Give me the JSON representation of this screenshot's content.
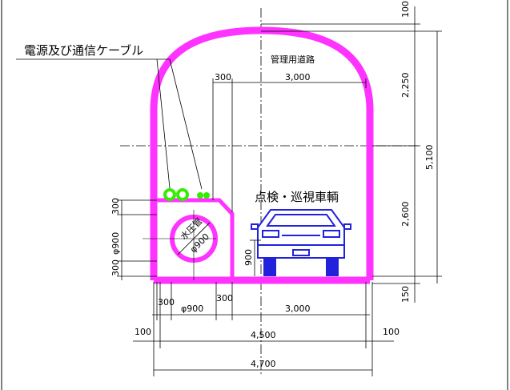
{
  "labels": {
    "cable": "電源及び通信ケーブル",
    "road": "管理用道路",
    "vehicle": "点検・巡視車輌",
    "pipe": "水圧管",
    "pipe_dia": "φ900"
  },
  "dims": {
    "top_clear": "100",
    "road_width_top": "3,000",
    "ledge_top": "300",
    "arch_height": "2,250",
    "total_height": "5,100",
    "wall_height": "2,600",
    "bottom_slab": "150",
    "left_300_top": "300",
    "left_phi900": "φ900",
    "left_300_bot": "300",
    "block_900": "900",
    "bot_300_left": "300",
    "bot_phi900": "φ900",
    "bot_300_right": "300",
    "bot_3000": "3,000",
    "left_100": "100",
    "right_100": "100",
    "inner_4500": "4,500",
    "outer_4700": "4,700"
  },
  "colors": {
    "tunnel": "#ff33ff",
    "cable": "#33ee00",
    "vehicle": "#2222dd",
    "line": "#000000"
  },
  "icons": {
    "vehicle": "car-front-icon",
    "cables": "cable-conduit-icon"
  }
}
